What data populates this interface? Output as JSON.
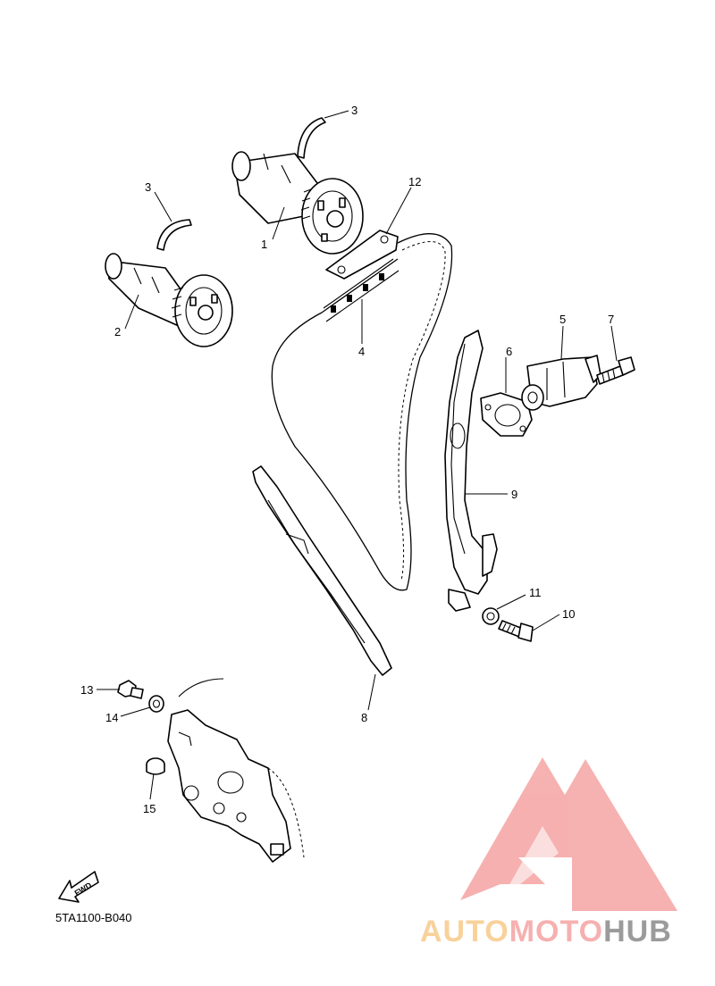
{
  "callouts": [
    "1",
    "2",
    "3",
    "3",
    "4",
    "5",
    "6",
    "7",
    "8",
    "9",
    "10",
    "11",
    "12",
    "13",
    "14",
    "15"
  ],
  "diagram_code": "5TA1100-B040",
  "fwd_label": "FWD",
  "watermark": {
    "part_a": "AUTO",
    "part_b": "MOTO",
    "part_c": "HUB",
    "color_a": "#f7c98a",
    "color_b": "#f5a3a3",
    "color_c": "#8a8a8a"
  }
}
